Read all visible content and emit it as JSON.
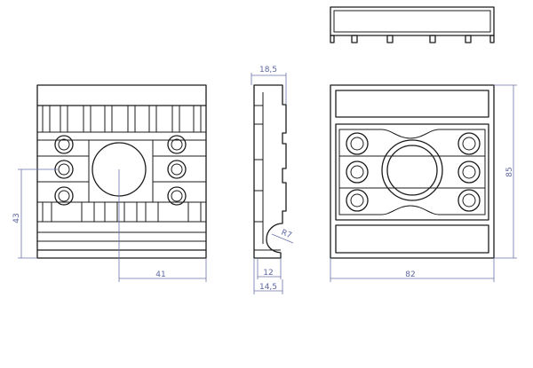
{
  "views": {
    "left": {
      "dim_width": "41",
      "dim_height": "43"
    },
    "side": {
      "dim_top": "18,5",
      "dim_bottom_inner": "12",
      "dim_bottom_outer": "14,5",
      "dim_radius": "R7"
    },
    "front": {
      "dim_width": "82",
      "dim_height": "85"
    }
  },
  "colors": {
    "line": "#1b1b1b",
    "dimension": "#6c74aa"
  }
}
